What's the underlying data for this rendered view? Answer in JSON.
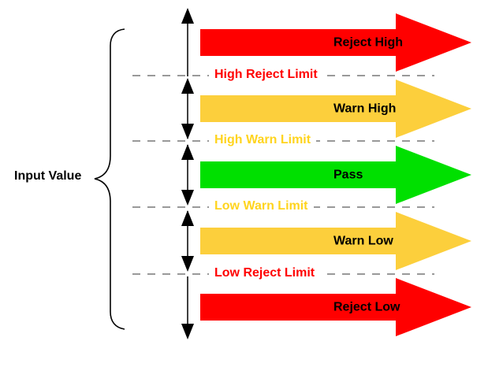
{
  "diagram": {
    "input_label": "Input Value",
    "bands": [
      {
        "label": "Reject High",
        "color": "#FF0000"
      },
      {
        "label": "Warn High",
        "color": "#FCCF3C"
      },
      {
        "label": "Pass",
        "color": "#00E000"
      },
      {
        "label": "Warn Low",
        "color": "#FCCF3C"
      },
      {
        "label": "Reject Low",
        "color": "#FF0000"
      }
    ],
    "limits": [
      {
        "label": "High Reject Limit",
        "color": "#FF0000"
      },
      {
        "label": "High Warn Limit",
        "color": "#FFD41E"
      },
      {
        "label": "Low Warn Limit",
        "color": "#FFD41E"
      },
      {
        "label": "Low Reject Limit",
        "color": "#FF0000"
      }
    ],
    "colors": {
      "band_text": "#000000",
      "dashed_line": "#999999",
      "axis_arrow": "#000000",
      "background": "#FFFFFF"
    }
  }
}
